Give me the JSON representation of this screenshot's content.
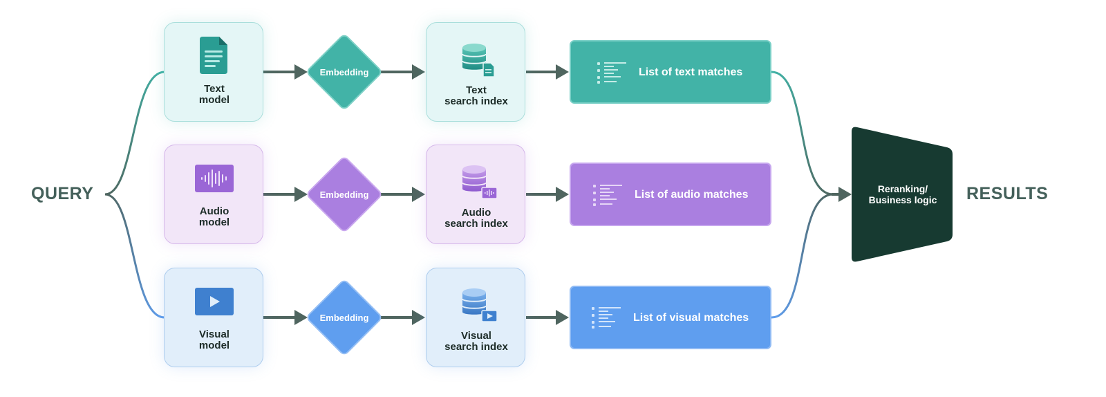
{
  "query_label": "QUERY",
  "results_label": "RESULTS",
  "rows": [
    {
      "key": "text",
      "model_line1": "Text",
      "model_line2": "model",
      "embedding_label": "Embedding",
      "index_line1": "Text",
      "index_line2": "search index",
      "list_label": "List of text matches",
      "color": "#42b3a7"
    },
    {
      "key": "audio",
      "model_line1": "Audio",
      "model_line2": "model",
      "embedding_label": "Embedding",
      "index_line1": "Audio",
      "index_line2": "search index",
      "list_label": "List of audio matches",
      "color": "#aa7fe0"
    },
    {
      "key": "visual",
      "model_line1": "Visual",
      "model_line2": "model",
      "embedding_label": "Embedding",
      "index_line1": "Visual",
      "index_line2": "search index",
      "list_label": "List of visual matches",
      "color": "#5f9eef"
    }
  ],
  "reranking": {
    "line1": "Reranking/",
    "line2": "Business logic",
    "color": "#173a31"
  },
  "icons": {
    "text_model": "document-icon",
    "audio_model": "waveform-icon",
    "visual_model": "play-icon",
    "text_index": "database-document-icon",
    "audio_index": "database-waveform-icon",
    "visual_index": "database-play-icon",
    "list": "list-icon"
  },
  "colors": {
    "arrow": "#4f655f",
    "label": "#44605a"
  }
}
